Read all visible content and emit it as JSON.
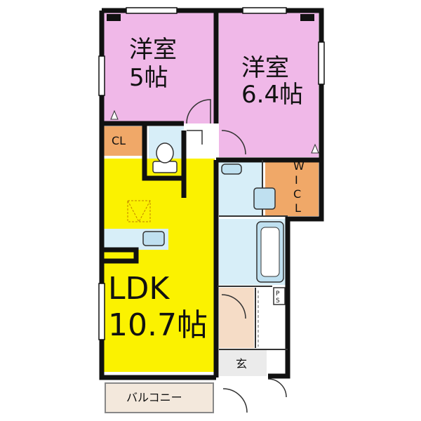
{
  "rooms": {
    "bedroom_5": {
      "name": "洋室",
      "size": "5帖"
    },
    "bedroom_64": {
      "name": "洋室",
      "size": "6.4帖"
    },
    "closet": {
      "label": "CL"
    },
    "wic": {
      "w": "W",
      "i": "I",
      "c": "C",
      "l": "L"
    },
    "ldk": {
      "name": "LDK",
      "size": "10.7帖"
    },
    "ps": {
      "p": "P",
      "s": "S"
    },
    "entrance": {
      "label": "玄"
    },
    "balcony": {
      "label": "バルコニー"
    }
  },
  "colors": {
    "bedroom": "#f0b8e8",
    "ldk": "#fbf200",
    "storage": "#f0a868",
    "bath": "#d7eef8",
    "entry": "#f5dcc6",
    "balcony": "#f3e8dc",
    "wall": "#111111"
  }
}
